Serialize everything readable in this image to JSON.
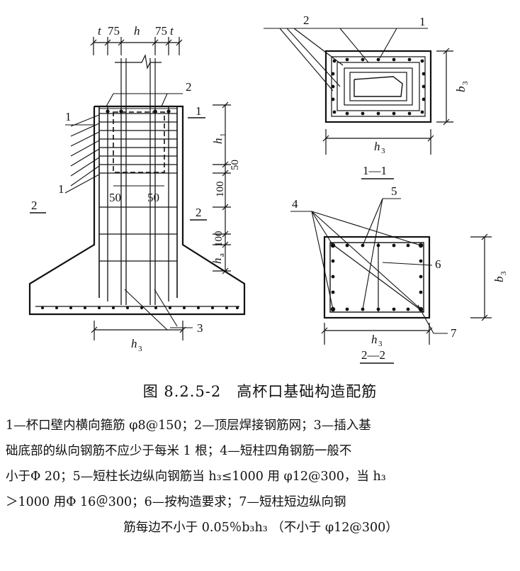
{
  "dims": {
    "t": "t",
    "s75": "75",
    "h": "h",
    "h1": "h",
    "h1_sub": "1",
    "h3": "h",
    "h3_sub": "3",
    "ha": "h",
    "ha_sub": "a",
    "b3": "b",
    "b3_sub": "3",
    "d50": "50",
    "d100": "100"
  },
  "labels": {
    "n1": "1",
    "n2": "2",
    "n3": "3",
    "n4": "4",
    "n5": "5",
    "n6": "6",
    "n7": "7"
  },
  "sections": {
    "s11": "1—1",
    "s22": "2—2"
  },
  "caption": "图 8.2.5-2　高杯口基础构造配筋",
  "legend": {
    "line1": "1—杯口壁内横向箍筋 φ8@150；2—顶层焊接钢筋网；3—插入基",
    "line2": "础底部的纵向钢筋不应少于每米 1 根；4—短柱四角钢筋一般不",
    "line3": "小于Φ 20；5—短柱长边纵向钢筋当 h₃≤1000 用 φ12@300，当 h₃",
    "line4": "＞1000 用Φ 16＠300；6—按构造要求；7—短柱短边纵向钢",
    "line5": "筋每边不小于 0.05％b₃h₃ （不小于 φ12@300）"
  }
}
